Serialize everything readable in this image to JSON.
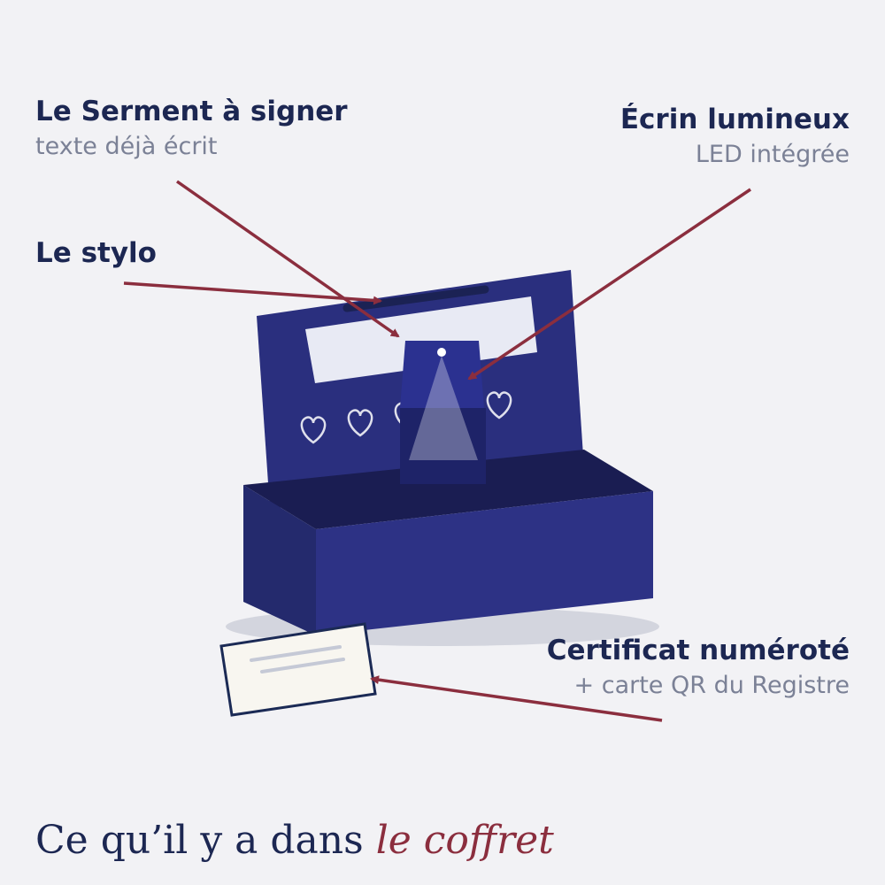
{
  "labels": {
    "serment": {
      "title": "Le Serment à signer",
      "subtitle": "texte déjà écrit"
    },
    "stylo": {
      "title": "Le stylo"
    },
    "ecrin": {
      "title": "Écrin lumineux",
      "subtitle": "LED intégrée"
    },
    "certificat": {
      "title": "Certificat numéroté",
      "subtitle": "+ carte QR du Registre"
    }
  },
  "caption": {
    "main": "Ce qu’il y a dans ",
    "accent": "le coffret"
  },
  "colors": {
    "navy": "#1c2752",
    "box_front": "#2d3285",
    "box_top": "#1a1d52",
    "lid": "#2a2f7e",
    "arrow": "#8b2e3e",
    "muted": "#7b8196",
    "background": "#f2f2f5"
  },
  "icons": [
    "heart-icon",
    "led-light-icon",
    "arrow-icon"
  ]
}
